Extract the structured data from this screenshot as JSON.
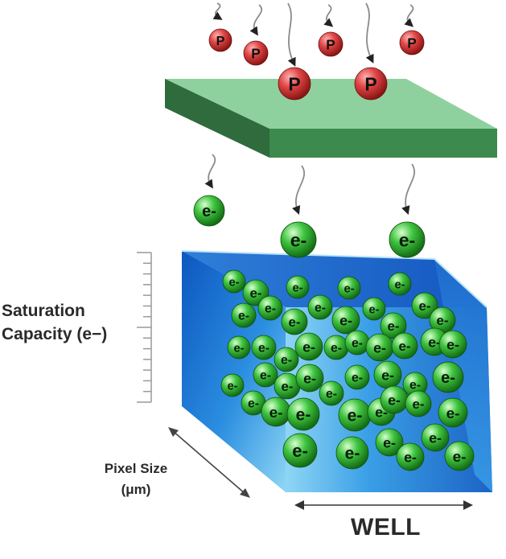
{
  "labels": {
    "saturation_line1": "Saturation",
    "saturation_line2": "Capacity (e−)",
    "pixel_line1": "Pixel Size",
    "pixel_line2": "(μm)",
    "well": "WELL"
  },
  "photon_symbol": "P",
  "electron_symbol": "e-",
  "colors": {
    "filter_top": "#8fd19e",
    "filter_front": "#3c8a4e",
    "filter_side": "#2f6b3c",
    "photon": "#d23b3b",
    "electron": "#2fb52f",
    "well_blue": "#1e6fd0",
    "well_light": "#7fd0f2"
  },
  "icons": {
    "photon": "photon-sphere-icon",
    "electron": "electron-sphere-icon",
    "arrow": "wavy-arrow-icon"
  }
}
